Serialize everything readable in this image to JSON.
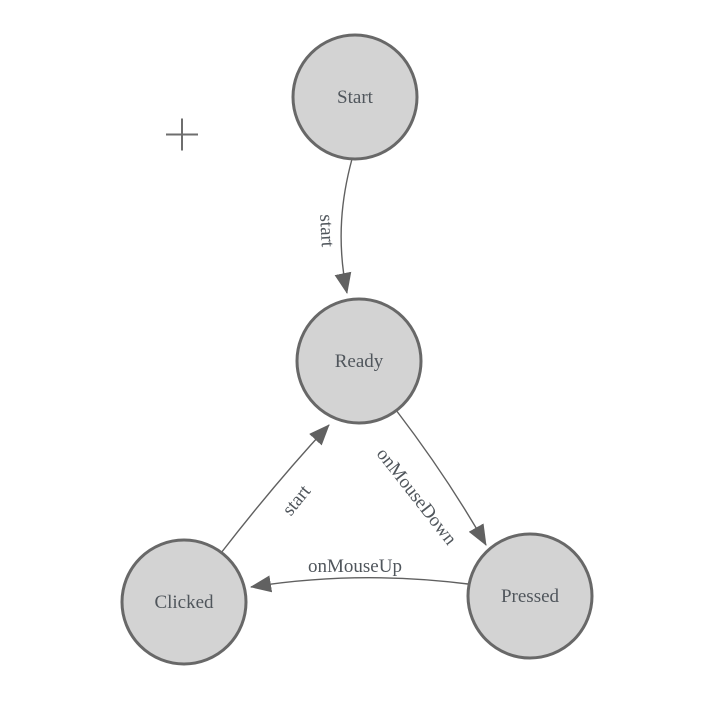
{
  "diagram": {
    "type": "finite-state-machine",
    "nodes": [
      {
        "id": "start",
        "label": "Start"
      },
      {
        "id": "ready",
        "label": "Ready"
      },
      {
        "id": "clicked",
        "label": "Clicked"
      },
      {
        "id": "pressed",
        "label": "Pressed"
      }
    ],
    "edges": [
      {
        "from": "start",
        "to": "ready",
        "label": "start"
      },
      {
        "from": "ready",
        "to": "pressed",
        "label": "onMouseDown"
      },
      {
        "from": "pressed",
        "to": "clicked",
        "label": "onMouseUp"
      },
      {
        "from": "clicked",
        "to": "ready",
        "label": "start"
      }
    ],
    "icons": {
      "plus_icon": "+"
    },
    "colors": {
      "background": "#ffffff",
      "node_fill": "#d3d3d3",
      "node_stroke": "#686868",
      "edge_stroke": "#606060",
      "arrowhead_fill": "#616161",
      "text": "#50565c",
      "plus": "#6e6e6e"
    }
  }
}
